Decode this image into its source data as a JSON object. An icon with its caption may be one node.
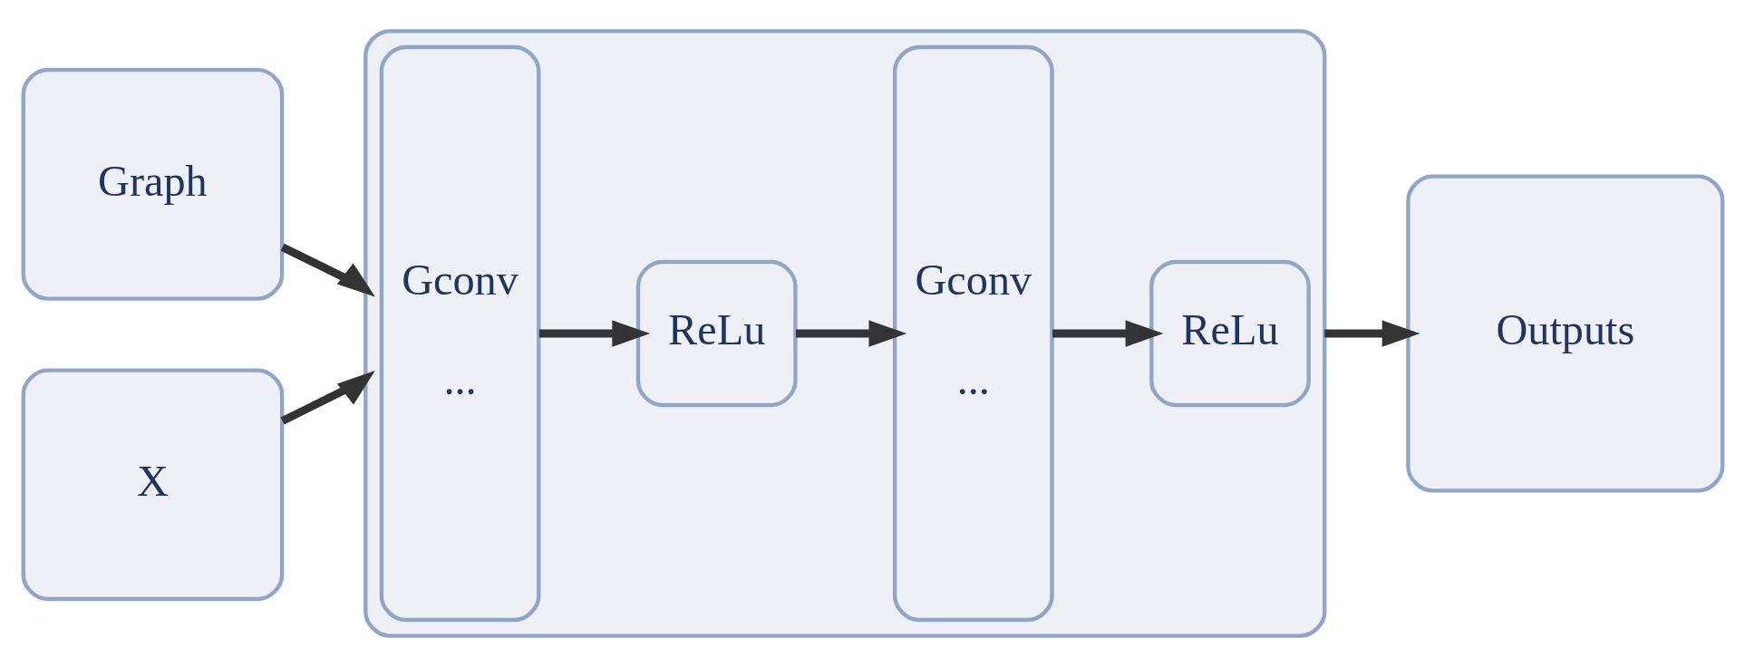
{
  "diagram": {
    "nodes": [
      {
        "text": [
          "Graph"
        ]
      },
      {
        "text": [
          "X"
        ]
      },
      {
        "text": [],
        "shape": "box"
      },
      {
        "text": [
          "Gconv",
          "..."
        ],
        "in": 2
      },
      {
        "text": [
          "ReLu"
        ],
        "in": 2
      },
      {
        "text": [
          "Gconv",
          "..."
        ],
        "in": 2
      },
      {
        "text": [
          "ReLu"
        ],
        "in": 2
      },
      {
        "text": [
          "Outputs"
        ]
      }
    ],
    "edges": [
      {
        "from": 0,
        "to": 2,
        "arrow": "to"
      },
      {
        "from": 1,
        "to": 2,
        "arrow": "to"
      },
      {
        "from": 3,
        "to": 4,
        "arrow": "to"
      },
      {
        "from": 4,
        "to": 5,
        "arrow": "to"
      },
      {
        "from": 5,
        "to": 6,
        "arrow": "to"
      },
      {
        "from": 2,
        "to": 7,
        "arrow": "to"
      }
    ]
  }
}
